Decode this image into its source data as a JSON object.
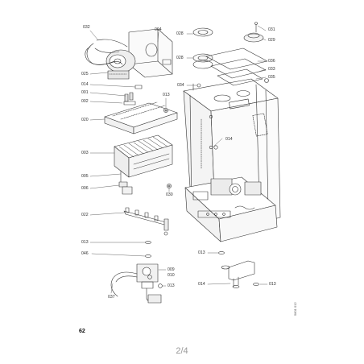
{
  "labels": {
    "l032": "032",
    "l004": "004",
    "l028a": "028",
    "l031": "031",
    "l029": "029",
    "l028b": "028",
    "l036": "036",
    "l033": "033",
    "l035": "035",
    "l025": "025",
    "l014a": "014",
    "l001": "001",
    "l002": "002",
    "l013a": "013",
    "l034": "034",
    "l020": "020",
    "l014b": "014",
    "l003": "003",
    "l005": "005",
    "l006": "006",
    "l030": "030",
    "l022": "022",
    "l013b": "013",
    "l046": "046",
    "l013c": "013",
    "l009": "009",
    "l010": "010",
    "l013d": "013",
    "l014c": "014",
    "l013e": "013",
    "l037": "037"
  },
  "page_number": "62",
  "page_indicator": "2/4",
  "doc_code": "5801 012"
}
